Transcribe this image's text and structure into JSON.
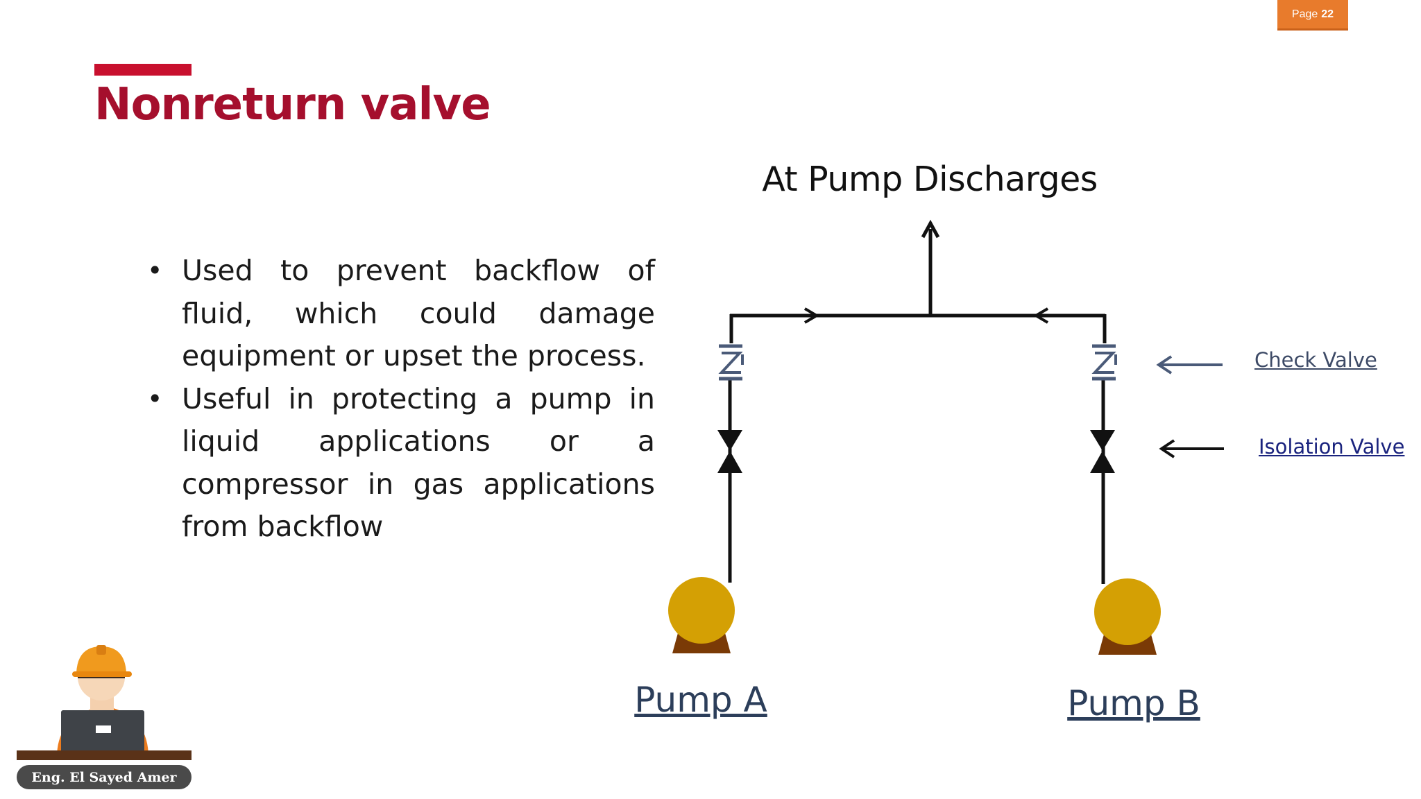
{
  "page": {
    "label": "Page",
    "number": "22"
  },
  "slide": {
    "title": "Nonreturn valve"
  },
  "bullets": [
    "Used to prevent backflow of fluid, which could damage equipment or upset the process.",
    "Useful in protecting a pump in liquid applications or a compressor in gas applications from backflow"
  ],
  "diagram": {
    "title": "At Pump Discharges",
    "pump_a_label": "Pump A",
    "pump_b_label": "Pump B",
    "check_valve_label": "Check Valve",
    "isolation_valve_label": "Isolation Valve"
  },
  "author": {
    "name": "Eng. El Sayed Amer"
  },
  "colors": {
    "title": "#a50f2d",
    "accent_bar": "#c8102e",
    "page_badge": "#e87b2c",
    "pump_body": "#d4a004",
    "pump_base": "#7a3a06",
    "check_valve_line": "#4a5a78",
    "isolation_label": "#1a237e",
    "check_label": "#3d4a66"
  }
}
